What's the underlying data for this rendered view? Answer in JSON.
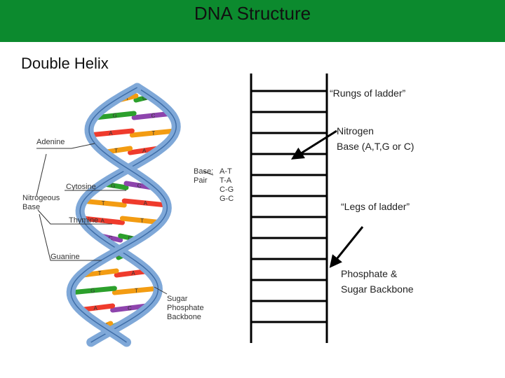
{
  "title": "DNA Structure",
  "subtitle": "Double Helix",
  "helix_labels": {
    "adenine": "Adenine",
    "cytosine": "Cytosine",
    "nitrogenous_base_line1": "Nitrogeous",
    "nitrogenous_base_line2": "Base",
    "thymine": "Thymine",
    "guanine": "Guanine",
    "base_pair_line1": "Base:",
    "base_pair_line2": "Pair",
    "pair_at": "A-T",
    "pair_ta": "T-A",
    "pair_cg": "C-G",
    "pair_gc": "G-C",
    "backbone_line1": "Sugar",
    "backbone_line2": "Phosphate",
    "backbone_line3": "Backbone"
  },
  "ladder_notes": {
    "rungs": "“Rungs of ladder”",
    "nitrogen_line1": "Nitrogen",
    "nitrogen_line2": "Base (A,T,G or C)",
    "legs": "“Legs of ladder”",
    "phosphate_line1": "Phosphate &",
    "phosphate_line2": "Sugar Backbone"
  },
  "rung_bases": [
    [
      "G",
      "T"
    ],
    [
      "C",
      "G"
    ],
    [
      "T",
      "A"
    ],
    [
      "A",
      "T"
    ],
    [
      "C",
      "G"
    ],
    [
      "G",
      "C"
    ],
    [
      "T",
      "A"
    ],
    [
      "A",
      "T"
    ],
    [
      "C",
      "G"
    ],
    [
      "G",
      "C"
    ],
    [
      "A",
      "T"
    ],
    [
      "T",
      "G"
    ],
    [
      "C",
      "A"
    ],
    [
      "G",
      "T"
    ]
  ],
  "colors": {
    "header": "#0c8a2e",
    "backbone": "#7fa8d8",
    "backbone_dark": "#3f6ea8",
    "adenine": "#ef3b2c",
    "thymine": "#f39c12",
    "guanine": "#2ca02c",
    "cytosine": "#8e44ad",
    "ladder": "#000000"
  }
}
